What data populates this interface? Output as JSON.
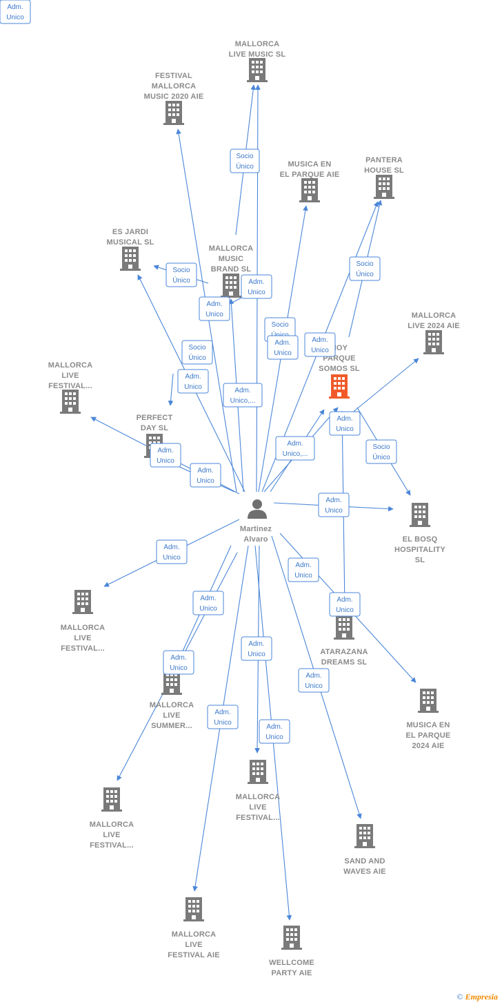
{
  "colors": {
    "edge": "#4a86d8",
    "company": "#7a7a7a",
    "highlight": "#f05a2a",
    "person": "#6f6f6f",
    "label": "#8a8a8a"
  },
  "person": {
    "id": "martinez",
    "lines": [
      "Martinez",
      "Alvaro"
    ],
    "icon": "person-icon"
  },
  "companies": [
    {
      "id": "mallorca-live-music",
      "lines": [
        "MALLORCA",
        "LIVE MUSIC  SL"
      ],
      "icon": "building-icon"
    },
    {
      "id": "festival-mallorca-music-2020",
      "lines": [
        "FESTIVAL",
        "MALLORCA",
        "MUSIC 2020 AIE"
      ],
      "icon": "building-icon"
    },
    {
      "id": "musica-en-el-parque",
      "lines": [
        "MUSICA EN",
        "EL PARQUE AIE"
      ],
      "icon": "building-icon"
    },
    {
      "id": "pantera-house",
      "lines": [
        "PANTERA",
        "HOUSE  SL"
      ],
      "icon": "building-icon"
    },
    {
      "id": "es-jardi-musical",
      "lines": [
        "ES JARDI",
        "MUSICAL  SL"
      ],
      "icon": "building-icon"
    },
    {
      "id": "mallorca-music-brand",
      "lines": [
        "MALLORCA",
        "MUSIC",
        "BRAND  SL"
      ],
      "icon": "building-icon"
    },
    {
      "id": "mallorca-live-2024",
      "lines": [
        "MALLORCA",
        "LIVE 2024 AIE"
      ],
      "icon": "building-icon"
    },
    {
      "id": "hoy-parque-somos",
      "lines": [
        "HOY",
        "PARQUE",
        "SOMOS  SL"
      ],
      "icon": "building-icon",
      "highlight": true
    },
    {
      "id": "mallorca-live-festival-1",
      "lines": [
        "MALLORCA",
        "LIVE",
        "FESTIVAL..."
      ],
      "icon": "building-icon"
    },
    {
      "id": "perfect-day",
      "lines": [
        "PERFECT",
        "DAY  SL"
      ],
      "icon": "building-icon"
    },
    {
      "id": "el-bosq-hospitality",
      "lines": [
        "EL BOSQ",
        "HOSPITALITY",
        "SL"
      ],
      "icon": "building-icon"
    },
    {
      "id": "mallorca-live-festival-2",
      "lines": [
        "MALLORCA",
        "LIVE",
        "FESTIVAL..."
      ],
      "icon": "building-icon"
    },
    {
      "id": "atarazana-dreams",
      "lines": [
        "ATARAZANA",
        "DREAMS  SL"
      ],
      "icon": "building-icon"
    },
    {
      "id": "mallorca-live-summer",
      "lines": [
        "MALLORCA",
        "LIVE",
        "SUMMER..."
      ],
      "icon": "building-icon"
    },
    {
      "id": "musica-en-el-parque-2024",
      "lines": [
        "MUSICA EN",
        "EL PARQUE",
        "2024 AIE"
      ],
      "icon": "building-icon"
    },
    {
      "id": "mallorca-live-festival-3",
      "lines": [
        "MALLORCA",
        "LIVE",
        "FESTIVAL..."
      ],
      "icon": "building-icon"
    },
    {
      "id": "mallorca-live-festival-4",
      "lines": [
        "MALLORCA",
        "LIVE",
        "FESTIVAL..."
      ],
      "icon": "building-icon"
    },
    {
      "id": "sand-and-waves",
      "lines": [
        "SAND AND",
        "WAVES AIE"
      ],
      "icon": "building-icon"
    },
    {
      "id": "mallorca-live-festival-aie",
      "lines": [
        "MALLORCA",
        "LIVE",
        "FESTIVAL AIE"
      ],
      "icon": "building-icon"
    },
    {
      "id": "wellcome-party",
      "lines": [
        "WELLCOME",
        "PARTY AIE"
      ],
      "icon": "building-icon"
    }
  ],
  "edge_labels": [
    {
      "lines": [
        "Socio",
        "Único"
      ]
    },
    {
      "lines": [
        "Socio",
        "Único"
      ]
    },
    {
      "lines": [
        "Adm.",
        "Unico"
      ]
    },
    {
      "lines": [
        "Adm.",
        "Unico"
      ]
    },
    {
      "lines": [
        "Socio",
        "Único"
      ]
    },
    {
      "lines": [
        "Adm.",
        "Unico"
      ]
    },
    {
      "lines": [
        "Socio",
        "Único"
      ]
    },
    {
      "lines": [
        "Adm.",
        "Unico"
      ]
    },
    {
      "lines": [
        "Adm.",
        "Unico"
      ]
    },
    {
      "lines": [
        "Socio",
        "Único"
      ]
    },
    {
      "lines": [
        "Adm.",
        "Unico,..."
      ]
    },
    {
      "lines": [
        "Adm.",
        "Unico"
      ]
    },
    {
      "lines": [
        "Adm.",
        "Unico"
      ]
    },
    {
      "lines": [
        "Adm.",
        "Unico"
      ]
    },
    {
      "lines": [
        "Adm.",
        "Unico,..."
      ]
    },
    {
      "lines": [
        "Socio",
        "Único"
      ]
    },
    {
      "lines": [
        "Adm.",
        "Unico"
      ]
    },
    {
      "lines": [
        "Adm.",
        "Unico"
      ]
    },
    {
      "lines": [
        "Adm.",
        "Unico"
      ]
    },
    {
      "lines": [
        "Adm.",
        "Unico"
      ]
    },
    {
      "lines": [
        "Adm.",
        "Unico"
      ]
    },
    {
      "lines": [
        "Adm.",
        "Unico"
      ]
    },
    {
      "lines": [
        "Adm.",
        "Unico"
      ]
    },
    {
      "lines": [
        "Adm.",
        "Unico"
      ]
    },
    {
      "lines": [
        "Adm.",
        "Unico"
      ]
    },
    {
      "lines": [
        "Adm.",
        "Unico"
      ]
    },
    {
      "lines": [
        "Adm.",
        "Unico"
      ]
    }
  ],
  "footer": {
    "copyright": "©",
    "brand": "Empresia"
  }
}
